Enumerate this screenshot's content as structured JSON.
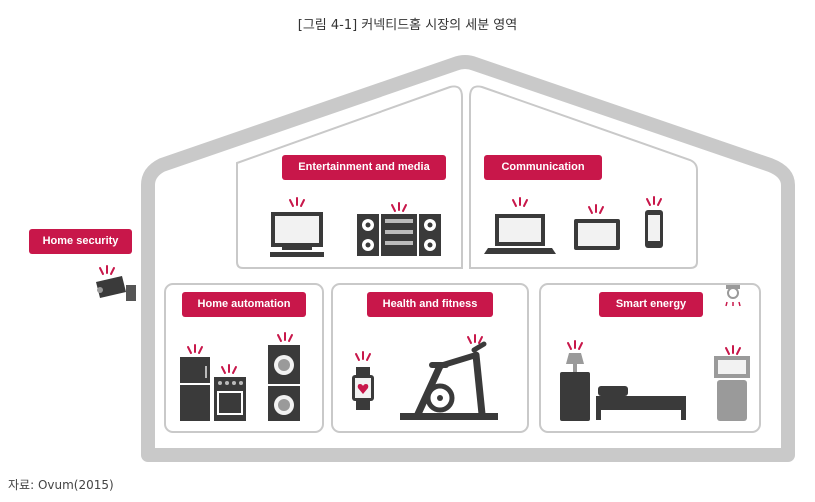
{
  "figure": {
    "title": "[그림 4-1] 커넥티드홈 시장의 세분 영역",
    "source": "자료: Ovum(2015)"
  },
  "segments": {
    "entertainment": "Entertainment and media",
    "communication": "Communication",
    "home_security": "Home security",
    "home_automation": "Home automation",
    "health_fitness": "Health and fitness",
    "smart_energy": "Smart energy"
  },
  "colors": {
    "accent": "#c8174a",
    "house": "#c9c9c9",
    "device": "#3a3a3a",
    "device_light": "#9a9a9a"
  }
}
